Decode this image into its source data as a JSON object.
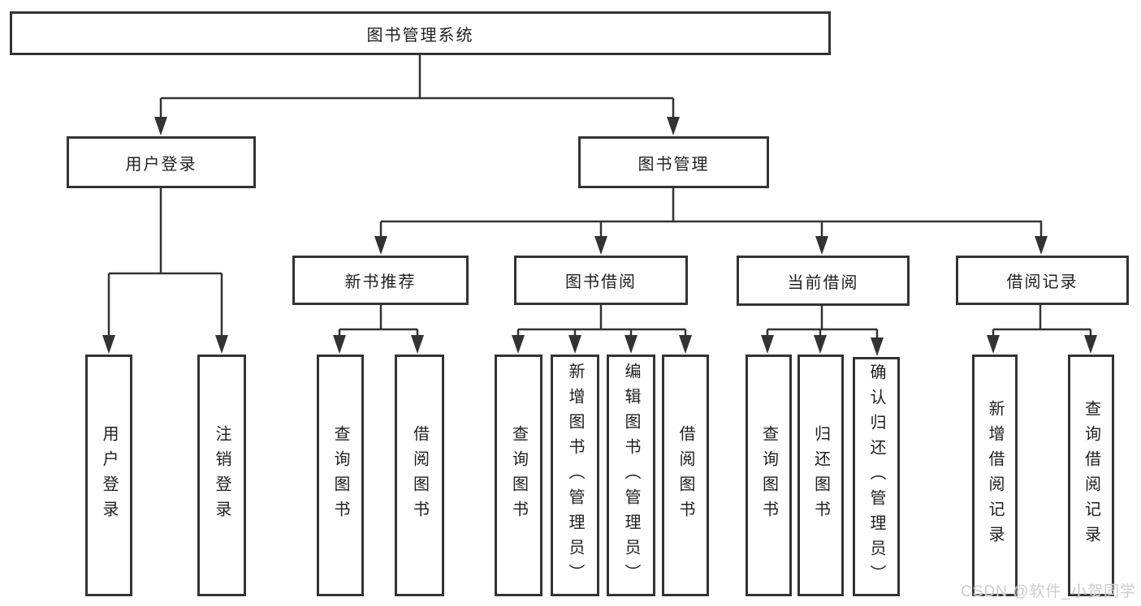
{
  "title": "图书管理系统",
  "watermark": "CSDN @软件_小贺同学",
  "colors": {
    "line": "#333333",
    "text": "#1f1f1f",
    "watermark": "#cccccc",
    "background": "#ffffff"
  },
  "tree": {
    "root": {
      "label": "图书管理系统",
      "children": [
        {
          "label": "用户登录",
          "children": [
            {
              "label": "用户登录"
            },
            {
              "label": "注销登录"
            }
          ]
        },
        {
          "label": "图书管理",
          "children": [
            {
              "label": "新书推荐",
              "children": [
                {
                  "label": "查询图书"
                },
                {
                  "label": "借阅图书"
                }
              ]
            },
            {
              "label": "图书借阅",
              "children": [
                {
                  "label": "查询图书"
                },
                {
                  "label": "新增图书（管理员）"
                },
                {
                  "label": "编辑图书（管理员）"
                },
                {
                  "label": "借阅图书"
                }
              ]
            },
            {
              "label": "当前借阅",
              "children": [
                {
                  "label": "查询图书"
                },
                {
                  "label": "归还图书"
                },
                {
                  "label": "确认归还（管理员）"
                }
              ]
            },
            {
              "label": "借阅记录",
              "children": [
                {
                  "label": "新增借阅记录"
                },
                {
                  "label": "查询借阅记录"
                }
              ]
            }
          ]
        }
      ]
    }
  }
}
